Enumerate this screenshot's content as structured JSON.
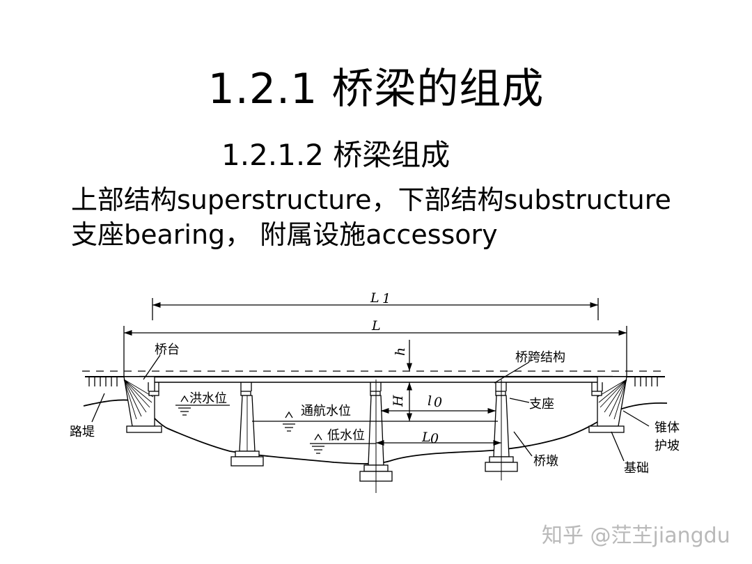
{
  "slide": {
    "title": "1.2.1 桥梁的组成",
    "subtitle": "1.2.1.2 桥梁组成",
    "line1": "上部结构superstructure，下部结构substructure",
    "line2": "支座bearing， 附属设施accessory"
  },
  "diagram": {
    "dims": {
      "L1": "L",
      "L1_sub": "1",
      "L": "L",
      "h": "h",
      "H": "H",
      "l0": "l",
      "l0_sub": "0",
      "L0": "L",
      "L0_sub": "0"
    },
    "labels": {
      "abutment": "桥台",
      "span_structure": "桥跨结构",
      "flood_level": "洪水位",
      "navigation_level": "通航水位",
      "low_water_level": "低水位",
      "bearing": "支座",
      "embankment": "路堤",
      "cone_slope_1": "锥体",
      "cone_slope_2": "护坡",
      "pier": "桥墩",
      "foundation": "基础"
    }
  },
  "watermark": "知乎 @茳芏jiangdu"
}
